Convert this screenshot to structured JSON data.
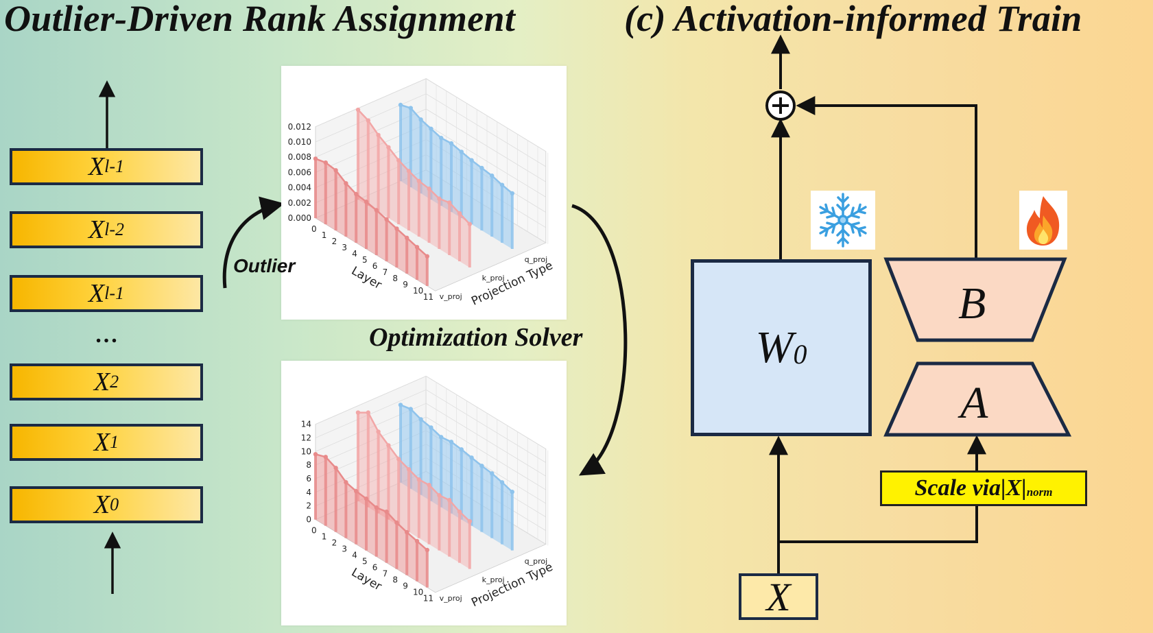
{
  "titles": {
    "left": "Outlier-Driven Rank Assignment",
    "right": "(c) Activation-informed Train"
  },
  "layers": [
    {
      "base": "X",
      "sub": "l-1"
    },
    {
      "base": "X",
      "sub": "l-2"
    },
    {
      "base": "X",
      "sub": "l-1"
    },
    {
      "base": "X",
      "sub": "2"
    },
    {
      "base": "X",
      "sub": "1"
    },
    {
      "base": "X",
      "sub": "0"
    }
  ],
  "ellipsis": "…",
  "labels": {
    "outlier": "Outlier",
    "solver": "Optimization Solver"
  },
  "right_diagram": {
    "w0_base": "W",
    "w0_sub": "0",
    "b": "B",
    "a": "A",
    "x": "X",
    "scale_prefix": "Scale via ",
    "scale_norm": "|X|",
    "scale_sub": "norm",
    "plus": "+",
    "frozen_icon": "snowflake-icon",
    "trainable_icon": "fire-icon"
  },
  "colors": {
    "layer_fill_start": "#f7b600",
    "layer_fill_end": "#fde7a4",
    "w0_fill": "#d6e6f7",
    "trapezoid_fill": "#fbd9c4",
    "scale_fill": "#fff200",
    "series_v_proj": "#e88a8a",
    "series_k_proj": "#f2a6a6",
    "series_q_proj": "#8ec3ec"
  },
  "chart_data": [
    {
      "type": "bar",
      "chart_style": "3d",
      "xlabel": "Layer",
      "ylabel": "Projection Type",
      "categories": [
        "0",
        "1",
        "2",
        "3",
        "4",
        "5",
        "6",
        "7",
        "8",
        "9",
        "10",
        "11"
      ],
      "depth_categories": [
        "v_proj",
        "k_proj",
        "q_proj"
      ],
      "zticks": [
        "0.000",
        "0.002",
        "0.004",
        "0.006",
        "0.008",
        "0.010",
        "0.012"
      ],
      "zlim": [
        0,
        0.012
      ],
      "series": [
        {
          "name": "v_proj",
          "values": [
            0.0078,
            0.0081,
            0.0079,
            0.007,
            0.0064,
            0.0062,
            0.0059,
            0.0055,
            0.0051,
            0.0047,
            0.0043,
            0.0039
          ]
        },
        {
          "name": "k_proj",
          "values": [
            0.0118,
            0.0112,
            0.0101,
            0.0093,
            0.0084,
            0.0078,
            0.0073,
            0.0071,
            0.0066,
            0.0069,
            0.0063,
            0.0057
          ]
        },
        {
          "name": "q_proj",
          "values": [
            0.01,
            0.0104,
            0.0097,
            0.0093,
            0.0089,
            0.009,
            0.0087,
            0.0084,
            0.0082,
            0.008,
            0.0076,
            0.0073
          ]
        }
      ]
    },
    {
      "type": "bar",
      "chart_style": "3d",
      "xlabel": "Layer",
      "ylabel": "Projection Type",
      "categories": [
        "0",
        "1",
        "2",
        "3",
        "4",
        "5",
        "6",
        "7",
        "8",
        "9",
        "10",
        "11"
      ],
      "depth_categories": [
        "v_proj",
        "k_proj",
        "q_proj"
      ],
      "zticks": [
        "0",
        "2",
        "4",
        "6",
        "8",
        "10",
        "12",
        "14"
      ],
      "zlim": [
        0,
        14
      ],
      "series": [
        {
          "name": "v_proj",
          "values": [
            9.6,
            10.1,
            9.4,
            8.2,
            7.8,
            7.6,
            7.2,
            7.5,
            6.8,
            6.3,
            5.9,
            5.5
          ]
        },
        {
          "name": "k_proj",
          "values": [
            13.0,
            13.9,
            12.0,
            10.9,
            9.8,
            9.2,
            8.6,
            8.7,
            8.1,
            8.3,
            7.5,
            7.0
          ]
        },
        {
          "name": "q_proj",
          "values": [
            11.4,
            11.7,
            11.1,
            10.8,
            10.3,
            10.5,
            10.3,
            10.0,
            9.7,
            9.5,
            9.1,
            8.6
          ]
        }
      ]
    }
  ]
}
